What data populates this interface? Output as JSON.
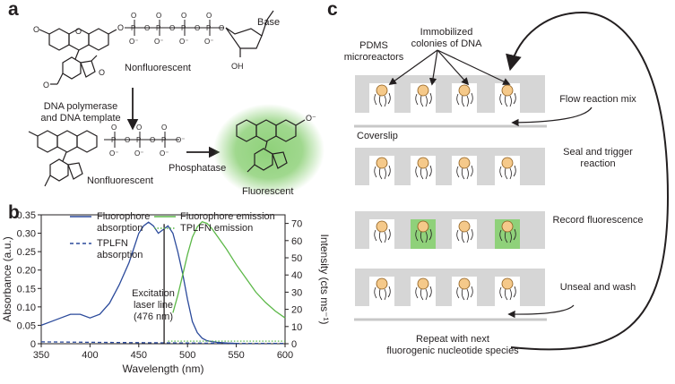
{
  "panel_a": {
    "letter": "a",
    "base_label": "Base",
    "oh_label": "OH",
    "nonfluorescent_label": "Nonfluorescent",
    "polymerase_label_line1": "DNA polymerase",
    "polymerase_label_line2": "and DNA template",
    "nonfluorescent_label_2": "Nonfluorescent",
    "phosphatase_label": "Phosphatase",
    "fluorescent_label": "Fluorescent",
    "highlight_color": "#8fd17a"
  },
  "panel_b": {
    "letter": "b",
    "legend": {
      "fluorophore_absorption_line1": "Fluorophore",
      "fluorophore_absorption_line2": "absorption",
      "fluorophore_emission": "Fluorophore emission",
      "tplfn_absorption_line1": "TPLFN",
      "tplfn_absorption_line2": "absorption",
      "tplfn_emission": "TPLFN emission"
    },
    "excitation_line1": "Excitation",
    "excitation_line2": "laser line",
    "excitation_line3": "(476 nm)",
    "colors": {
      "absorption": "#2b4a9b",
      "emission": "#5cb848",
      "laser": "#231f20"
    }
  },
  "chart_data": {
    "type": "line",
    "xlabel": "Wavelength (nm)",
    "ylabel": "Absorbance (a.u.)",
    "y2label": "Intensity (cts ms⁻¹)",
    "xlim": [
      350,
      600
    ],
    "ylim": [
      0,
      0.35
    ],
    "y2lim": [
      0,
      75
    ],
    "x_ticks": [
      "350",
      "400",
      "450",
      "500",
      "550",
      "600"
    ],
    "y_ticks": [
      "0",
      "0.05",
      "0.10",
      "0.15",
      "0.20",
      "0.25",
      "0.30",
      "0.35"
    ],
    "y2_ticks": [
      "0",
      "10",
      "20",
      "30",
      "40",
      "50",
      "60",
      "70"
    ],
    "laser_line_nm": 476,
    "series": [
      {
        "name": "Fluorophore absorption",
        "axis": "left",
        "style": "solid",
        "x": [
          350,
          360,
          370,
          380,
          390,
          400,
          410,
          420,
          430,
          440,
          445,
          450,
          455,
          460,
          465,
          470,
          475,
          480,
          485,
          490,
          495,
          500,
          505,
          510,
          515,
          520,
          530,
          540,
          550
        ],
        "y": [
          0.05,
          0.06,
          0.07,
          0.08,
          0.08,
          0.07,
          0.08,
          0.11,
          0.16,
          0.22,
          0.26,
          0.3,
          0.32,
          0.33,
          0.32,
          0.3,
          0.31,
          0.32,
          0.3,
          0.25,
          0.19,
          0.12,
          0.06,
          0.03,
          0.015,
          0.008,
          0.004,
          0.002,
          0.001
        ]
      },
      {
        "name": "Fluorophore emission",
        "axis": "right",
        "style": "solid",
        "x": [
          485,
          490,
          495,
          500,
          505,
          510,
          515,
          520,
          525,
          530,
          540,
          550,
          560,
          570,
          580,
          590,
          600
        ],
        "y": [
          18,
          28,
          40,
          52,
          62,
          68,
          71,
          70,
          67,
          63,
          55,
          46,
          38,
          30,
          24,
          19,
          15
        ]
      },
      {
        "name": "TPLFN absorption",
        "axis": "left",
        "style": "dashed",
        "x": [
          350,
          400,
          450,
          500,
          550,
          600
        ],
        "y": [
          0.005,
          0.004,
          0.003,
          0.002,
          0.001,
          0.001
        ]
      },
      {
        "name": "TPLFN emission",
        "axis": "right",
        "style": "dotted",
        "x": [
          480,
          500,
          520,
          550,
          575,
          600
        ],
        "y": [
          1.5,
          1.5,
          1.5,
          1.5,
          1.5,
          1.5
        ]
      }
    ]
  },
  "panel_c": {
    "letter": "c",
    "pdms_line1": "PDMS",
    "pdms_line2": "microreactors",
    "immobilized_line1": "Immobilized",
    "immobilized_line2": "colonies of DNA",
    "coverslip_label": "Coverslip",
    "steps": [
      {
        "line1": "Flow reaction mix",
        "line2": ""
      },
      {
        "line1": "Seal and trigger",
        "line2": "reaction"
      },
      {
        "line1": "Record fluorescence",
        "line2": ""
      },
      {
        "line1": "Unseal and wash",
        "line2": ""
      }
    ],
    "repeat_line1": "Repeat with next",
    "repeat_line2": "fluorogenic nucleotide species",
    "well_color": "#d6d6d6",
    "lit_well_color": "#8fd17a",
    "bead_color": "#f5c98a"
  }
}
